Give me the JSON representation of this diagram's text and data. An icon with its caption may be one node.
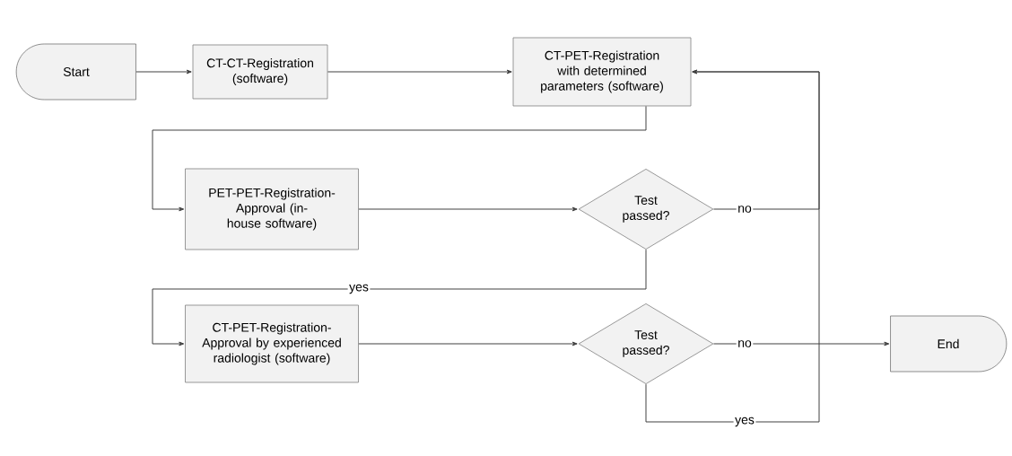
{
  "diagram": {
    "nodes": [
      {
        "text": [
          "Start"
        ]
      },
      {
        "text": [
          "CT-CT-Registration (software)"
        ]
      },
      {
        "text": [
          "CT-PET-Registration with determined parameters (software)"
        ]
      },
      {
        "text": [
          "PET-PET-Registration-Approval (in-house software)"
        ]
      },
      {
        "text": [
          "Test passed?"
        ]
      },
      {
        "text": [
          "CT-PET-Registration-Approval by experienced radiologist (software)"
        ]
      },
      {
        "text": [
          "Test passed?"
        ]
      },
      {
        "text": [
          "End"
        ]
      }
    ],
    "edges": [
      {
        "from": 0,
        "to": 1,
        "arrow": "to"
      },
      {
        "from": 1,
        "to": 2,
        "arrow": "to"
      },
      {
        "from": 2,
        "to": 3,
        "arrow": "to"
      },
      {
        "from": 3,
        "to": 4,
        "arrow": "to"
      },
      {
        "from": 4,
        "to": 2,
        "arrow": "to",
        "label": "no"
      },
      {
        "from": 4,
        "to": 5,
        "arrow": "to",
        "label": "yes"
      },
      {
        "from": 5,
        "to": 6,
        "arrow": "to"
      },
      {
        "from": 6,
        "to": 2,
        "arrow": "to",
        "label": "no"
      },
      {
        "from": 6,
        "to": 7,
        "arrow": "to",
        "label": "yes"
      }
    ]
  }
}
